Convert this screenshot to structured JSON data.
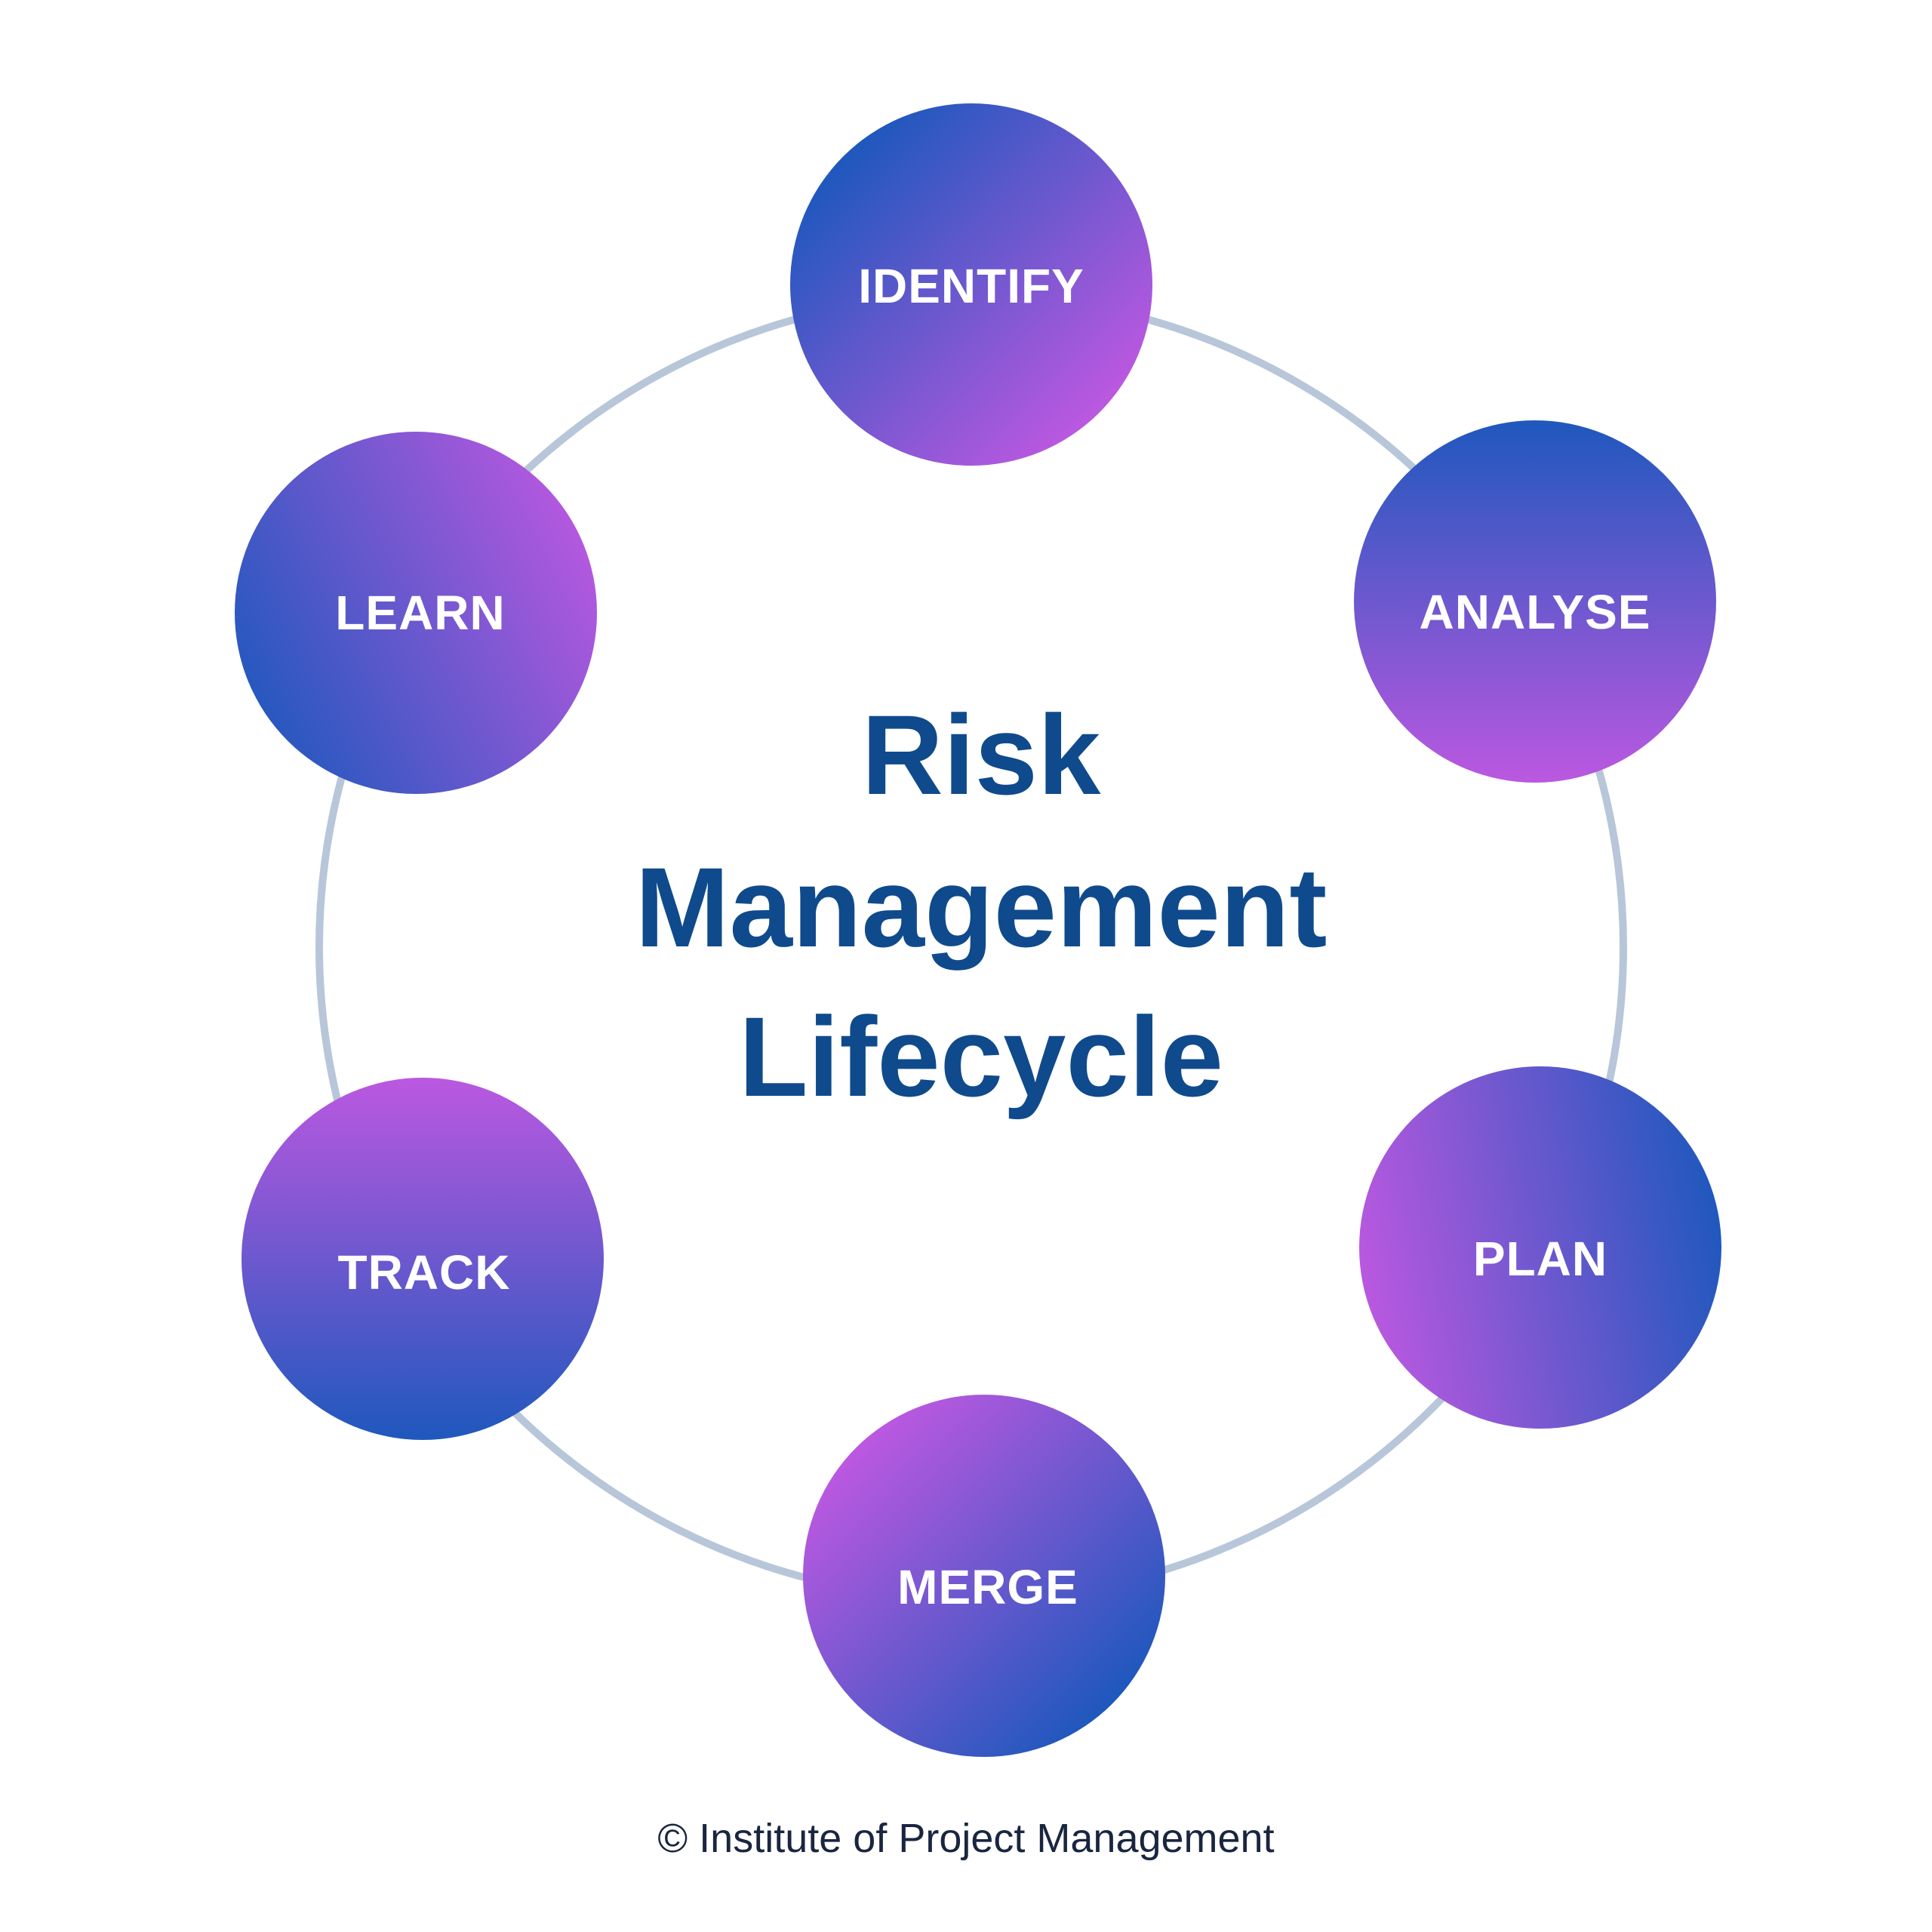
{
  "title": {
    "lines": [
      "Risk",
      "Management",
      "Lifecycle"
    ]
  },
  "stages": [
    {
      "label": "IDENTIFY"
    },
    {
      "label": "ANALYSE"
    },
    {
      "label": "PLAN"
    },
    {
      "label": "MERGE"
    },
    {
      "label": "TRACK"
    },
    {
      "label": "LEARN"
    }
  ],
  "footer": {
    "text": "© Institute of Project Management"
  },
  "colors": {
    "ring": "#b8c6d9",
    "title": "#0f4a8c",
    "footer": "#1a2540",
    "node_blue": "#1f58bd",
    "node_purple": "#bb58e0",
    "node_text": "#ffffff"
  }
}
